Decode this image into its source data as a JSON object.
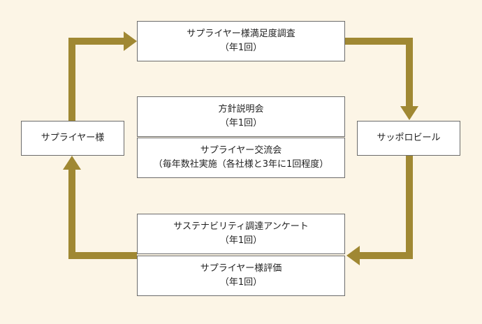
{
  "colors": {
    "background": "#fcf5e6",
    "arrow": "#a08833",
    "box_border": "#6b6b6b",
    "box_fill": "#ffffff"
  },
  "nodes": {
    "supplier": {
      "label": "サプライヤー様"
    },
    "sapporo": {
      "label": "サッポロビール"
    },
    "survey": {
      "title": "サプライヤー様満足度調査",
      "freq": "（年1回）"
    },
    "policy": {
      "title": "方針説明会",
      "freq": "（年1回）"
    },
    "exchange": {
      "title": "サプライヤー交流会",
      "freq": "（毎年数社実施（各社様と3年に1回程度）"
    },
    "questionnaire": {
      "title": "サステナビリティ調達アンケート",
      "freq": "（年1回）"
    },
    "evaluation": {
      "title": "サプライヤー様評価",
      "freq": "（年1回）"
    }
  }
}
